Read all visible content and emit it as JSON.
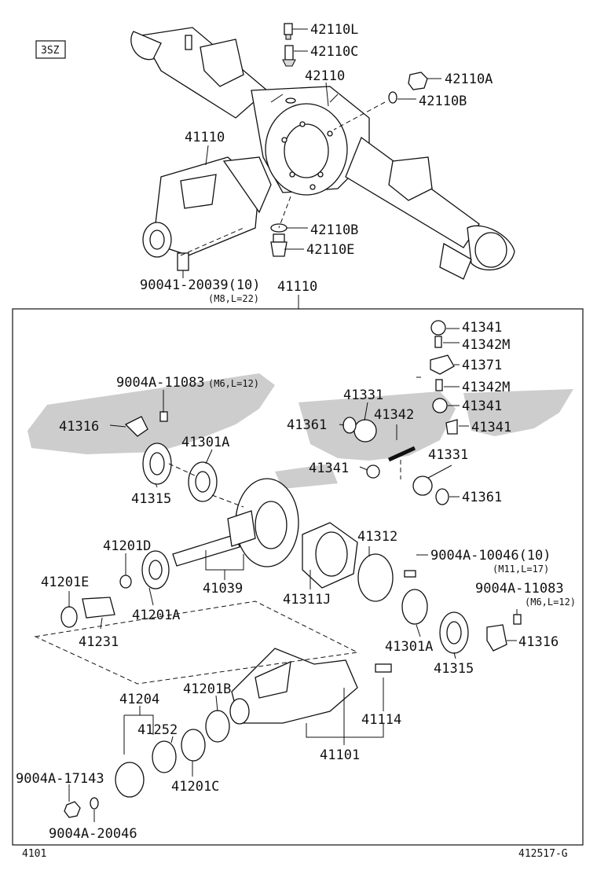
{
  "header": {
    "variant": "3SZ"
  },
  "upper_section": {
    "labels": {
      "p42110L": "42110L",
      "p42110C": "42110C",
      "p42110": "42110",
      "p42110A": "42110A",
      "p42110B_top": "42110B",
      "p41110_top": "41110",
      "p42110B_bottom": "42110B",
      "p42110E": "42110E",
      "bolt_main": "90041-20039(10)",
      "bolt_spec": "(M8,L=22)"
    }
  },
  "box": {
    "title": "41110",
    "labels": {
      "p9004A_11083_left": "9004A-11083",
      "p9004A_11083_left_spec": "(M6,L=12)",
      "p41316_left": "41316",
      "p41301A_top": "41301A",
      "p41315_left": "41315",
      "p41331_top": "41331",
      "p41361_top": "41361",
      "p41342": "41342",
      "p41341_1": "41341",
      "p41342M_1": "41342M",
      "p41371": "41371",
      "p41342M_2": "41342M",
      "p41341_2": "41341",
      "p41341_3": "41341",
      "p41341_4": "41341",
      "p41331_right": "41331",
      "p41361_right": "41361",
      "p41201D": "41201D",
      "p41312": "41312",
      "p9004A_10046": "9004A-10046(10)",
      "p9004A_10046_spec": "(M11,L=17)",
      "p41201E": "41201E",
      "p41039": "41039",
      "p41311J": "41311J",
      "p9004A_11083_right": "9004A-11083",
      "p9004A_11083_right_spec": "(M6,L=12)",
      "p41201A": "41201A",
      "p41231": "41231",
      "p41301A_bottom": "41301A",
      "p41316_right": "41316",
      "p41315_right": "41315",
      "p41204": "41204",
      "p41201B": "41201B",
      "p41252": "41252",
      "p41114": "41114",
      "p41101": "41101",
      "p9004A_17143": "9004A-17143",
      "p41201C": "41201C",
      "p9004A_20046": "9004A-20046"
    }
  },
  "footer": {
    "left_code": "4101",
    "right_code": "412517-G"
  }
}
